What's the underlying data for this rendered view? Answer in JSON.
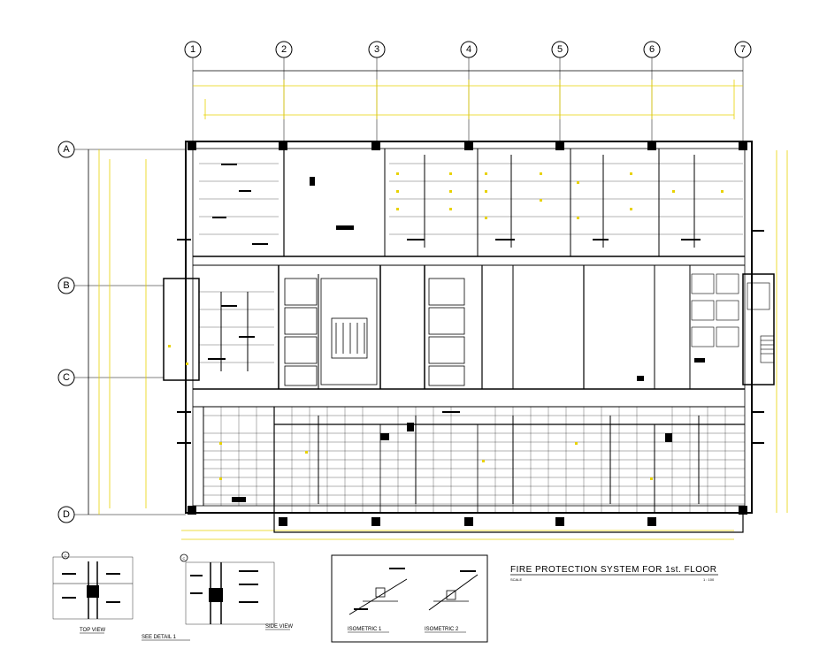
{
  "drawing": {
    "title": "FIRE PROTECTION SYSTEM FOR 1st. FLOOR",
    "title_scale_label": "SCALE",
    "title_scale_value": "1 : 100"
  },
  "grid": {
    "columns": [
      "1",
      "2",
      "3",
      "4",
      "5",
      "6",
      "7"
    ],
    "rows": [
      "A",
      "B",
      "C",
      "D"
    ]
  },
  "details": {
    "top_view": "TOP VIEW",
    "see_detail": "SEE DETAIL 1",
    "side_view": "SIDE VIEW",
    "detail_marker": "C",
    "isometric_1": "ISOMETRIC 1",
    "isometric_2": "ISOMETRIC 2"
  },
  "colors": {
    "linework": "#000000",
    "dimension_yellow": "#e8d200",
    "background": "#ffffff"
  }
}
